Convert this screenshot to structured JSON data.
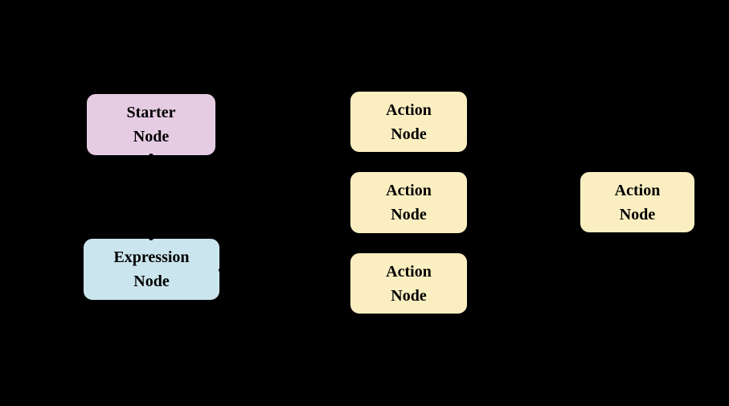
{
  "diagram": {
    "background_color": "#000000",
    "node_border_color": "#000000",
    "text_color": "#000000",
    "node_fill_colors": {
      "starter": "#E5CCE3",
      "expression": "#CBE5EE",
      "action": "#FBEFC2"
    },
    "nodes": [
      {
        "id": "starter-node",
        "line1": "Starter",
        "line2": "Node",
        "fill_color": "#E5CCE3"
      },
      {
        "id": "expression-node",
        "line1": "Expression",
        "line2": "Node",
        "fill_color": "#CBE5EE"
      },
      {
        "id": "action-node-top",
        "line1": "Action",
        "line2": "Node",
        "fill_color": "#FBEFC2"
      },
      {
        "id": "action-node-middle",
        "line1": "Action",
        "line2": "Node",
        "fill_color": "#FBEFC2"
      },
      {
        "id": "action-node-bottom",
        "line1": "Action",
        "line2": "Node",
        "fill_color": "#FBEFC2"
      },
      {
        "id": "action-node-right",
        "line1": "Action",
        "line2": "Node",
        "fill_color": "#FBEFC2"
      }
    ]
  }
}
